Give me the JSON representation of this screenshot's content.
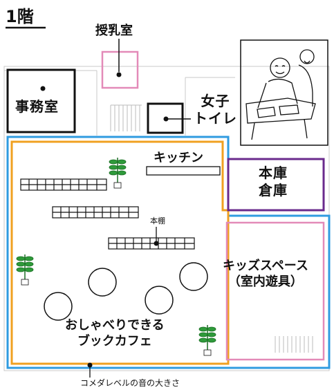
{
  "floor_title": "1階",
  "rooms": {
    "nursing": "授乳室",
    "office": "事務室",
    "toilet_line1": "女子",
    "toilet_line2": "トイレ",
    "kitchen": "キッチン",
    "storage_line1": "本庫",
    "storage_line2": "倉庫",
    "kids_line1": "キッズスペース",
    "kids_line2": "（室内遊具）",
    "bookshelf": "本棚",
    "cafe_line1": "おしゃべりできる",
    "cafe_line2": "ブックカフェ"
  },
  "legend": {
    "noise_label": "コメダレベルの音の大きさ"
  },
  "colors": {
    "blue": "#2f9be0",
    "orange": "#f0a020",
    "pink": "#e38ab8",
    "purple": "#6a2a8c",
    "black": "#111111",
    "plant": "#2e9a3a"
  }
}
